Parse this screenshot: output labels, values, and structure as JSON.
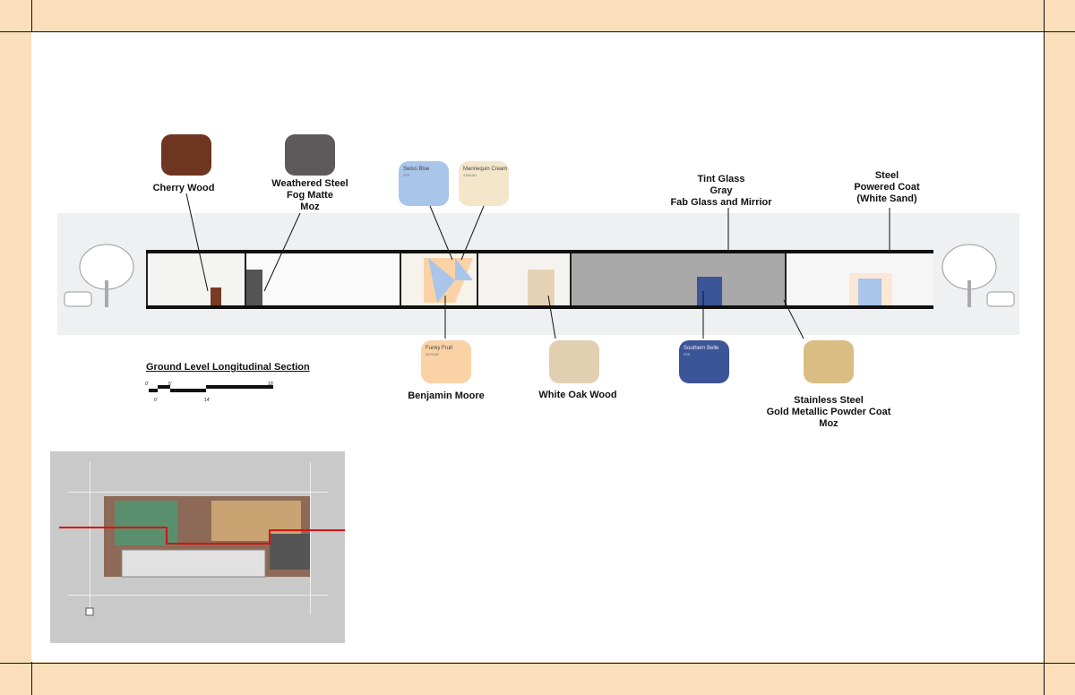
{
  "section_title": "Ground Level Longitudinal Section",
  "scale_bar": {
    "top_ticks": [
      "0'",
      "5'",
      "10'"
    ],
    "bottom_ticks": [
      "0'",
      "14'"
    ]
  },
  "materials": {
    "cherry_wood": "Cherry Wood",
    "weathered_steel": [
      "Weathered Steel",
      "Fog Matte",
      "Moz"
    ],
    "tint_glass": [
      "Tint Glass",
      "Gray",
      "Fab Glass and Mirrior"
    ],
    "steel_coat": [
      "Steel",
      "Powered Coat",
      "(White Sand)"
    ],
    "benjamin_moore": "Benjamin Moore",
    "white_oak": "White Oak Wood",
    "stainless": [
      "Stainless Steel",
      "Gold Metallic Powder Coat",
      "Moz"
    ]
  },
  "paint_swatches": {
    "swiss_blue": {
      "name": "Swiss Blue",
      "code": "275"
    },
    "mannequin_cream": {
      "name": "Mannequin Cream",
      "code": "2152-60"
    },
    "funky_fruit": {
      "name": "Funky Fruit",
      "code": "2070-50"
    },
    "southern_belle": {
      "name": "Southern Belle",
      "code": "378"
    }
  },
  "colors": {
    "border": "#fbdfba",
    "cherry": "#6e3620",
    "steel": "#5c5a5a",
    "swiss_blue": "#a9c5e9",
    "cream": "#f4e6cb",
    "funky_fruit": "#fbd2a6",
    "oak": "#e2cfb2",
    "southern_belle": "#3c5599",
    "gold": "#d9bd82"
  }
}
